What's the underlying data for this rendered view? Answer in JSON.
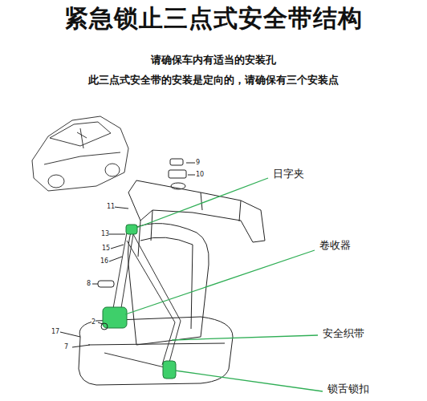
{
  "diagram": {
    "title": "紧急锁止三点式安全带结构",
    "labels": [
      "请确保车内有适当的安装孔",
      "此三点式安全带的安装是定向的，请确保有三个安装点",
      "日字夹",
      "卷收器",
      "安全织带",
      "锁舌锁扣",
      "9",
      "10",
      "11",
      "13",
      "15",
      "16",
      "8",
      "2",
      "17",
      "7"
    ]
  }
}
